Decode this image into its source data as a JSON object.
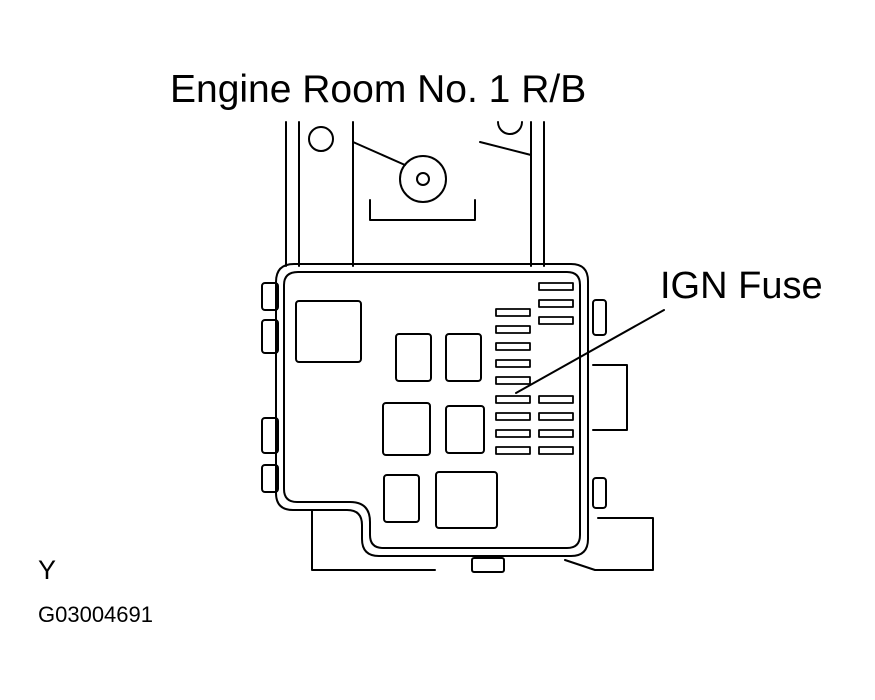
{
  "diagram": {
    "title": "Engine Room No. 1 R/B",
    "callout_label": "IGN Fuse",
    "view_marker": "Y",
    "figure_code": "G03004691",
    "colors": {
      "line": "#000000",
      "background": "#ffffff"
    }
  }
}
